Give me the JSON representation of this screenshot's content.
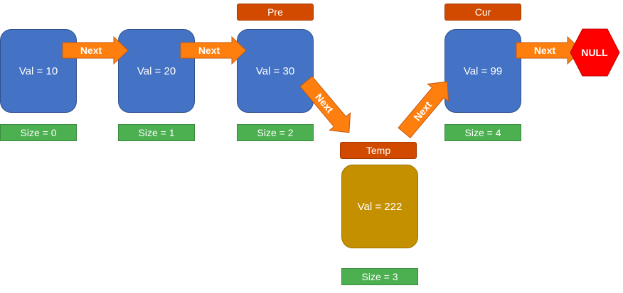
{
  "nodes": [
    {
      "val": "Val = 10",
      "size": "Size = 0"
    },
    {
      "val": "Val = 20",
      "size": "Size = 1"
    },
    {
      "val": "Val = 30",
      "size": "Size = 2"
    },
    {
      "val": "Val = 222",
      "size": "Size = 3"
    },
    {
      "val": "Val = 99",
      "size": "Size = 4"
    }
  ],
  "pointers": {
    "pre": "Pre",
    "temp": "Temp",
    "cur": "Cur"
  },
  "links": {
    "a": "Next",
    "b": "Next",
    "c": "Next",
    "d": "Next",
    "e": "Next"
  },
  "terminal": "NULL",
  "colors": {
    "node": "#4472c4",
    "temp_node": "#c49000",
    "size_badge": "#4caf50",
    "pointer_tag": "#d24a00",
    "arrow": "#ff7f0e",
    "null": "#ff0000"
  }
}
